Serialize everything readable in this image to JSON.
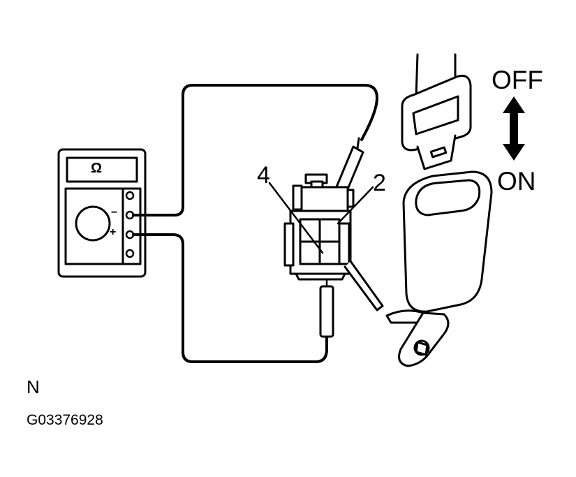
{
  "labels": {
    "off": "OFF",
    "on": "ON",
    "terminal_4": "4",
    "terminal_2": "2",
    "view_letter": "N",
    "figure_code": "G03376928"
  },
  "meter": {
    "unit_symbol": "Ω",
    "minus_sign": "−",
    "plus_sign": "+"
  },
  "icons": {
    "switch_arrow": "double-arrow-up-down-icon"
  }
}
